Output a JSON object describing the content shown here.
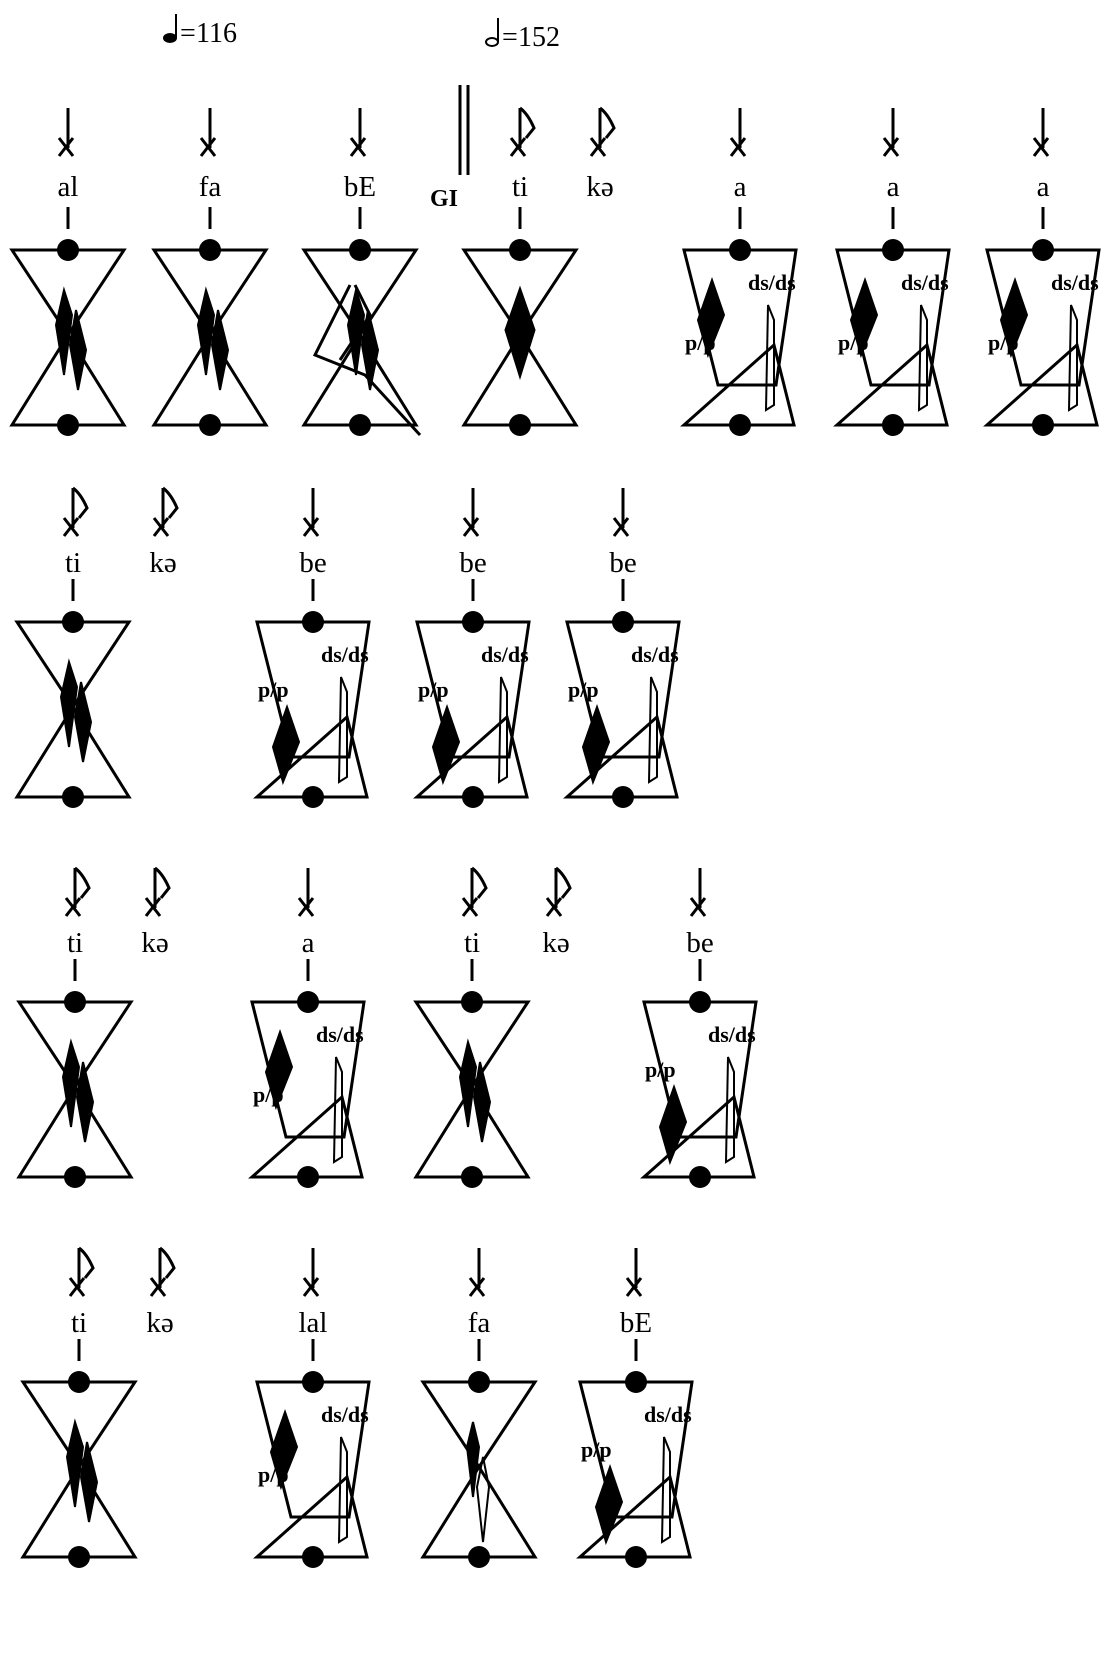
{
  "tempo_marks": [
    {
      "value": "116",
      "note": "quarter"
    },
    {
      "value": "152",
      "note": "half"
    }
  ],
  "marker_text": "GI",
  "mark_labels": {
    "upper": "ds/ds",
    "lower": "p/p"
  },
  "rows": [
    {
      "syllables": [
        "al",
        "fa",
        "bE",
        "ti",
        "kə",
        "a",
        "a",
        "a"
      ],
      "figures": [
        {
          "type": "hourglass-cross"
        },
        {
          "type": "hourglass-cross"
        },
        {
          "type": "hourglass-scribble"
        },
        {
          "type": "hourglass-center"
        },
        {
          "type": "lever-high"
        },
        {
          "type": "lever-high"
        },
        {
          "type": "lever-high"
        }
      ]
    },
    {
      "syllables": [
        "ti",
        "kə",
        "be",
        "be",
        "be"
      ],
      "figures": [
        {
          "type": "hourglass-cross"
        },
        {
          "type": "lever-low"
        },
        {
          "type": "lever-low"
        },
        {
          "type": "lever-low"
        }
      ]
    },
    {
      "syllables": [
        "ti",
        "kə",
        "a",
        "ti",
        "kə",
        "be"
      ],
      "figures": [
        {
          "type": "hourglass-cross"
        },
        {
          "type": "lever-high"
        },
        {
          "type": "hourglass-cross"
        },
        {
          "type": "lever-low"
        }
      ]
    },
    {
      "syllables": [
        "ti",
        "kə",
        "lal",
        "fa",
        "bE"
      ],
      "figures": [
        {
          "type": "hourglass-cross"
        },
        {
          "type": "lever-high"
        },
        {
          "type": "hourglass-thin"
        },
        {
          "type": "lever-low"
        }
      ]
    }
  ]
}
